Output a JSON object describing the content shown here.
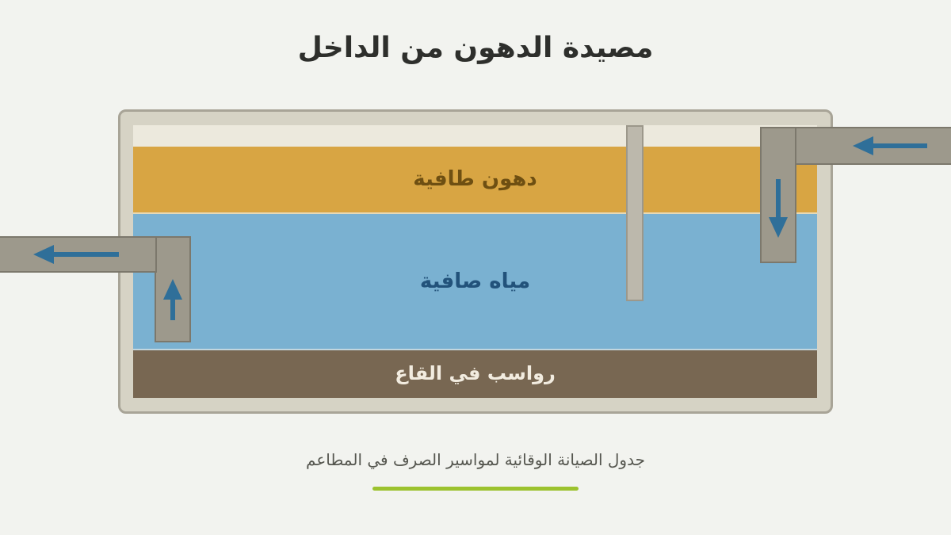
{
  "title": "مصيدة الدهون من الداخل",
  "layers": {
    "grease": "دهون طافية",
    "water": "مياه صافية",
    "sludge": "رواسب في القاع"
  },
  "caption": "جدول الصيانة الوقائية لمواسير الصرف في المطاعم",
  "colors": {
    "grease": "#d8a543",
    "water": "#7ab1d1",
    "sludge": "#786752",
    "pipe": "#9d998c",
    "arrow": "#2f6f99",
    "accent": "#9cc22e"
  },
  "icons": [
    "inlet-arrow-left-icon",
    "inlet-arrow-down-icon",
    "outlet-arrow-up-icon",
    "outlet-arrow-left-icon"
  ]
}
